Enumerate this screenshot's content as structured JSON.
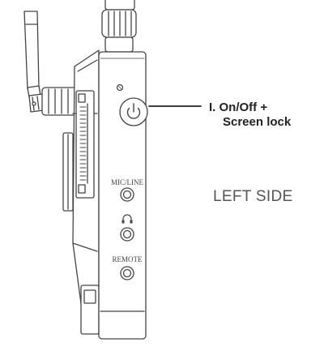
{
  "callout": {
    "number": "I.",
    "line1": "I. On/Off +",
    "line2": "Screen lock"
  },
  "side_label": "LEFT SIDE",
  "ports": {
    "mic_line_label": "MIC/LINE",
    "headphone_label": "∩",
    "remote_label": "REMOTE"
  },
  "colors": {
    "stroke": "#444444",
    "fill": "#ffffff",
    "label": "#222222",
    "side_label": "#555555"
  },
  "icons": {
    "power": "power-icon",
    "headphone": "headphone-icon",
    "power_led": "power-led-icon"
  }
}
